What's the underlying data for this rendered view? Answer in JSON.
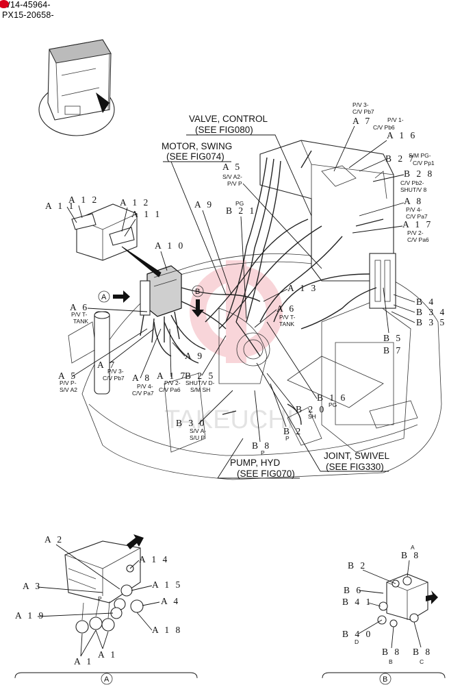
{
  "serials": [
    "W14-45964-",
    "PX15-20658-"
  ],
  "references": {
    "valve": [
      "VALVE, CONTROL",
      "(SEE FIG080)"
    ],
    "motor": [
      "MOTOR, SWING",
      "(SEE FIG074)"
    ],
    "pump": [
      "PUMP, HYD",
      "(SEE FIG070)"
    ],
    "joint": [
      "JOINT, SWIVEL",
      "(SEE FIG330)"
    ]
  },
  "callouts": [
    {
      "code": "A 7",
      "sub": [
        "P/V 3-",
        "C/V Pb7"
      ]
    },
    {
      "code": "A 1 6",
      "sub": [
        "P/V 1-",
        "C/V Pb6"
      ]
    },
    {
      "code": "B 2 7",
      "sub": [
        "S/M PG-",
        "C/V Pp1"
      ]
    },
    {
      "code": "B 2 8",
      "sub": [
        "C/V Pb2-",
        "SHUT/V 8"
      ]
    },
    {
      "code": "A 5",
      "sub": [
        "S/V A2-",
        "P/V P"
      ]
    },
    {
      "code": "B 2 1",
      "sub": [
        "PG"
      ]
    },
    {
      "code": "A 9",
      "sub": []
    },
    {
      "code": "A 1 2",
      "sub": []
    },
    {
      "code": "A 1 2",
      "sub": []
    },
    {
      "code": "A 1 1",
      "sub": []
    },
    {
      "code": "A 1 1",
      "sub": []
    },
    {
      "code": "A 8",
      "sub": [
        "P/V 4-",
        "C/V Pa7"
      ]
    },
    {
      "code": "A 1 7",
      "sub": [
        "P/V 2-",
        "C/V Pa6"
      ]
    },
    {
      "code": "A 1 0",
      "sub": []
    },
    {
      "code": "A 1 3",
      "sub": []
    },
    {
      "code": "B 4",
      "sub": []
    },
    {
      "code": "B 3 4",
      "sub": []
    },
    {
      "code": "B 3 5",
      "sub": []
    },
    {
      "code": "A 6",
      "sub": [
        "P/V T-",
        "TANK"
      ]
    },
    {
      "code": "A 6",
      "sub": [
        "P/V T-",
        "TANK"
      ]
    },
    {
      "code": "B 5",
      "sub": []
    },
    {
      "code": "B 7",
      "sub": []
    },
    {
      "code": "A 7",
      "sub": [
        "P/V 3-",
        "C/V Pb7"
      ]
    },
    {
      "code": "A 9",
      "sub": []
    },
    {
      "code": "A 5",
      "sub": [
        "P/V P-",
        "S/V A2"
      ]
    },
    {
      "code": "A 8",
      "sub": [
        "P/V 4-",
        "C/V Pa7"
      ]
    },
    {
      "code": "A 1 7",
      "sub": [
        "P/V 2-",
        "C/V Pa6"
      ]
    },
    {
      "code": "B 2 5",
      "sub": [
        "SHUT/V D-",
        "S/M SH"
      ]
    },
    {
      "code": "B 1 6",
      "sub": [
        "PG"
      ]
    },
    {
      "code": "B 2 0",
      "sub": [
        "SH"
      ]
    },
    {
      "code": "B 3 0",
      "sub": [
        "S/V A-",
        "S/U P"
      ]
    },
    {
      "code": "B 8",
      "sub": [
        "P"
      ]
    },
    {
      "code": "B 2",
      "sub": [
        "P"
      ]
    },
    {
      "code": "A 2",
      "sub": []
    },
    {
      "code": "A 1 4",
      "sub": []
    },
    {
      "code": "A 3",
      "sub": []
    },
    {
      "code": "A 1 5",
      "sub": []
    },
    {
      "code": "A 4",
      "sub": []
    },
    {
      "code": "A 1 9",
      "sub": []
    },
    {
      "code": "A 1 8",
      "sub": []
    },
    {
      "code": "A 1",
      "sub": []
    },
    {
      "code": "A 1",
      "sub": []
    },
    {
      "code": "B 2",
      "sub": []
    },
    {
      "code": "B 8",
      "sub": [
        "A"
      ]
    },
    {
      "code": "B 6",
      "sub": []
    },
    {
      "code": "B 4 1",
      "sub": []
    },
    {
      "code": "B 4 0",
      "sub": [
        "D"
      ]
    },
    {
      "code": "B 8",
      "sub": [
        "B"
      ]
    },
    {
      "code": "B 8",
      "sub": [
        "C"
      ]
    }
  ],
  "view_markers": [
    "A",
    "B"
  ],
  "inset_labels": [
    "P"
  ],
  "watermark": "TAKEUCHI"
}
